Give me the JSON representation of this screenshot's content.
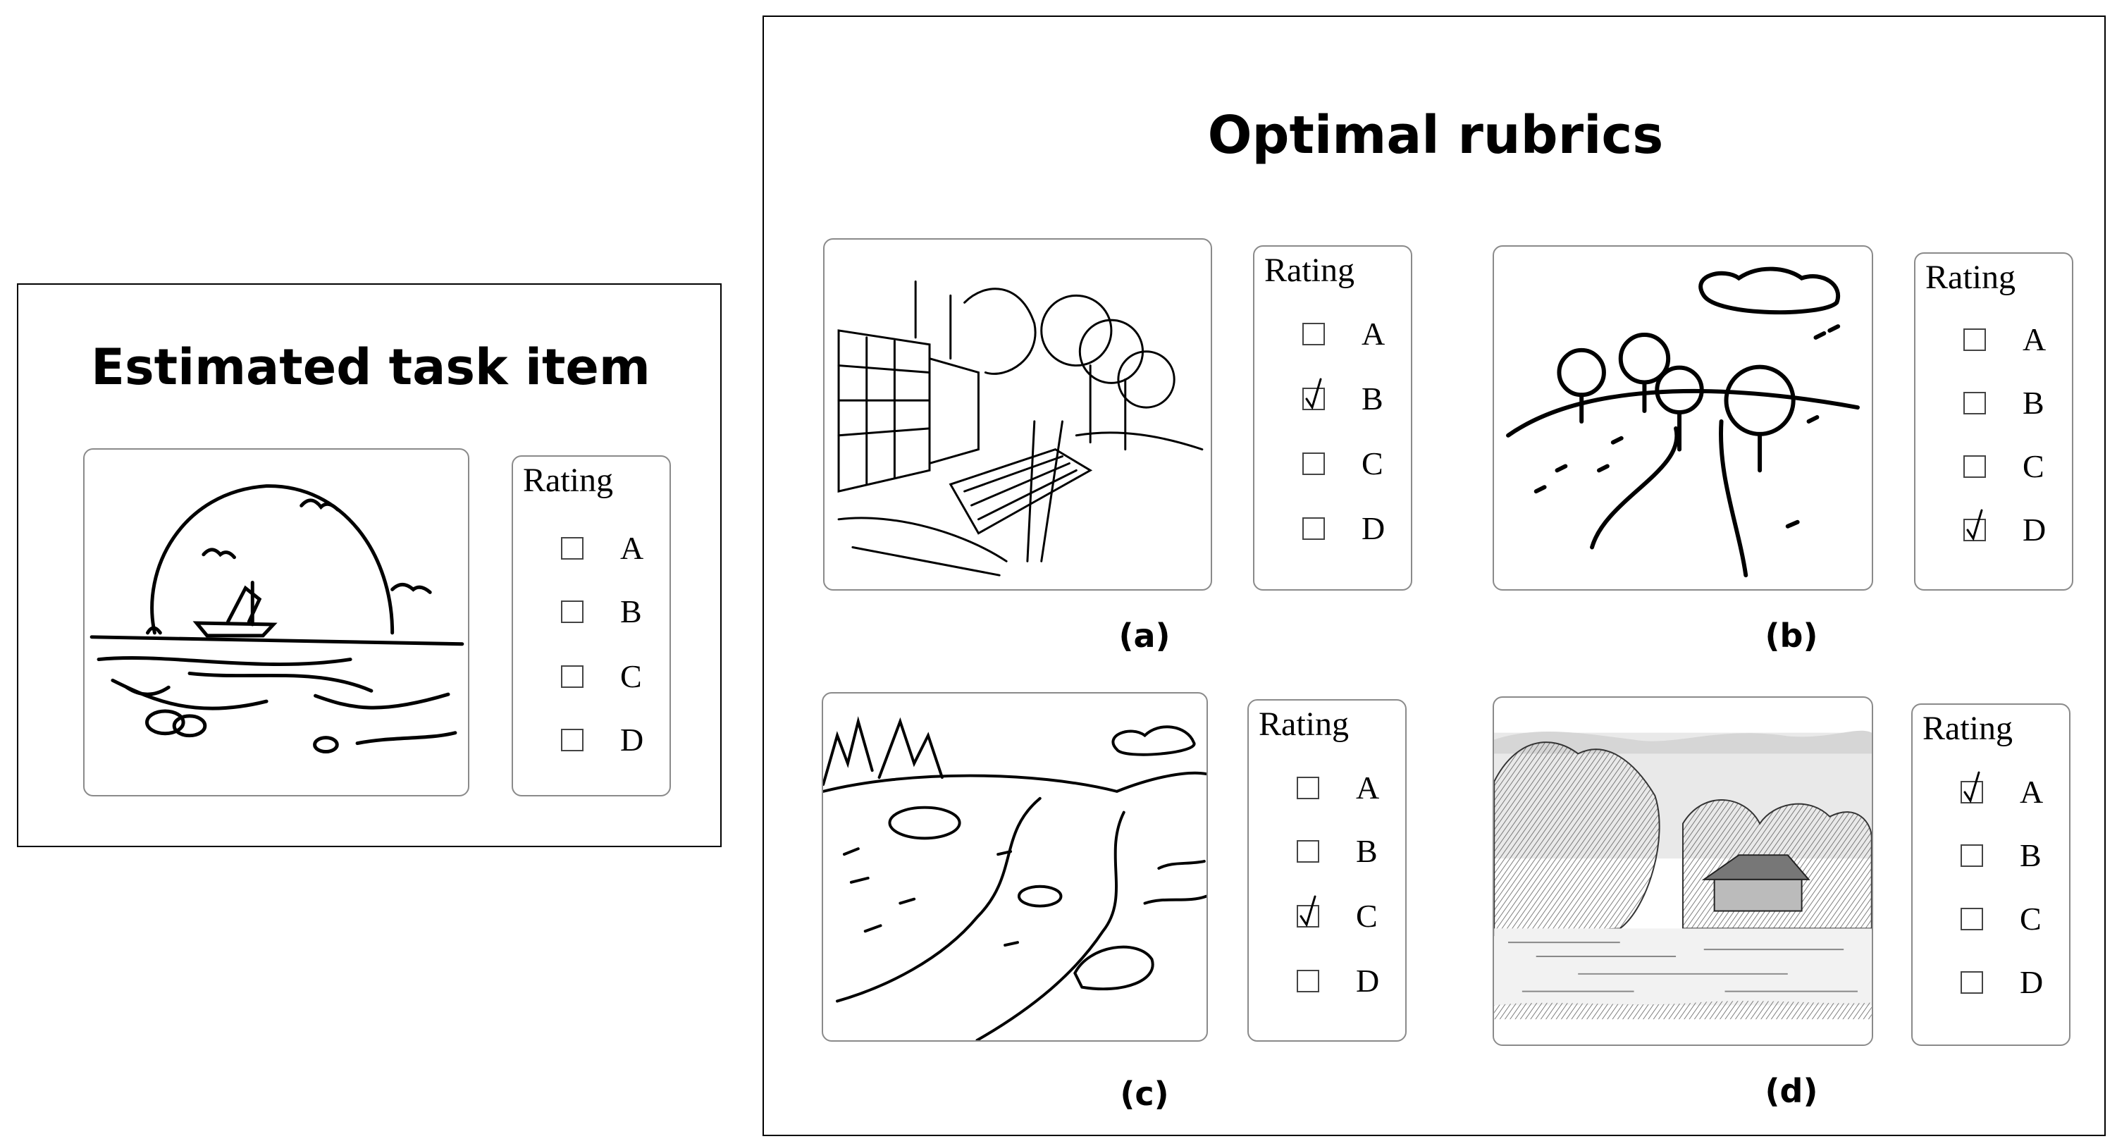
{
  "task_panel": {
    "title": "Estimated task item",
    "image_icon": "sunset-boat-sketch",
    "rating": {
      "header": "Rating",
      "options": [
        {
          "label": "A",
          "checked": false
        },
        {
          "label": "B",
          "checked": false
        },
        {
          "label": "C",
          "checked": false
        },
        {
          "label": "D",
          "checked": false
        }
      ]
    }
  },
  "rubrics_panel": {
    "title": "Optimal rubrics",
    "items": [
      {
        "caption": "(a)",
        "image_icon": "street-river-sketch",
        "rating": {
          "header": "Rating",
          "options": [
            {
              "label": "A",
              "checked": false
            },
            {
              "label": "B",
              "checked": true
            },
            {
              "label": "C",
              "checked": false
            },
            {
              "label": "D",
              "checked": false
            }
          ]
        }
      },
      {
        "caption": "(b)",
        "image_icon": "trees-hill-path-drawing",
        "rating": {
          "header": "Rating",
          "options": [
            {
              "label": "A",
              "checked": false
            },
            {
              "label": "B",
              "checked": false
            },
            {
              "label": "C",
              "checked": false
            },
            {
              "label": "D",
              "checked": true
            }
          ]
        }
      },
      {
        "caption": "(c)",
        "image_icon": "river-landscape-drawing",
        "rating": {
          "header": "Rating",
          "options": [
            {
              "label": "A",
              "checked": false
            },
            {
              "label": "B",
              "checked": false
            },
            {
              "label": "C",
              "checked": true
            },
            {
              "label": "D",
              "checked": false
            }
          ]
        }
      },
      {
        "caption": "(d)",
        "image_icon": "pencil-landscape-with-house",
        "rating": {
          "header": "Rating",
          "options": [
            {
              "label": "A",
              "checked": true
            },
            {
              "label": "B",
              "checked": false
            },
            {
              "label": "C",
              "checked": false
            },
            {
              "label": "D",
              "checked": false
            }
          ]
        }
      }
    ]
  }
}
